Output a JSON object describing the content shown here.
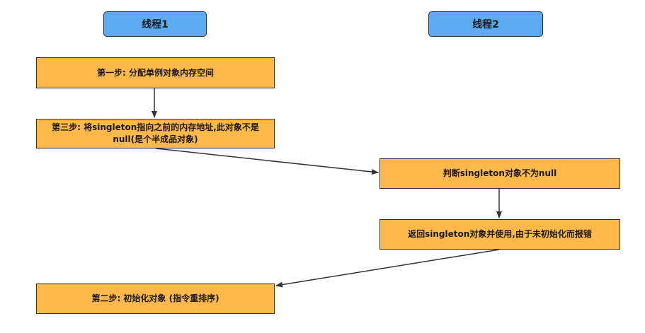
{
  "thread_headers": {
    "thread1": "线程1",
    "thread2": "线程2"
  },
  "steps": {
    "step1": "第一步: 分配单例对象内存空间",
    "step3": "第三步: 将singleton指向之前的内存地址,此对象不是null(是个半成品对象)",
    "check": "判断singleton对象不为null",
    "use": "返回singleton对象并使用,由于未初始化而报错",
    "step2": "第二步: 初始化对象 (指令重排序)"
  },
  "colors": {
    "thread_fill": "#5aabf2",
    "step_fill": "#ffb84a",
    "border": "#2f2f2f",
    "arrow": "#333333"
  }
}
